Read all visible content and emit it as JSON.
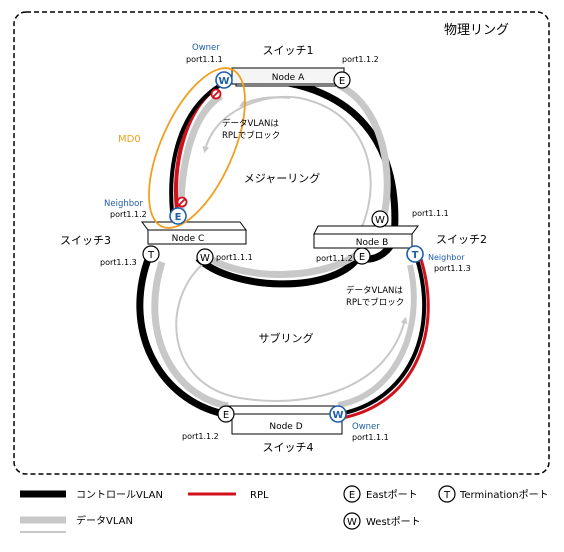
{
  "title": "物理リング",
  "colors": {
    "control_vlan": "#000000",
    "data_vlan": "#c8c8c8",
    "rpl": "#d0111b",
    "owner_neighbor": "#1f5fa8",
    "md0": "#f0a020",
    "blocked": "#d0111b"
  },
  "switches": {
    "sw1": {
      "name": "スイッチ1",
      "node": "Node A",
      "port_w": "port1.1.1",
      "port_e": "port1.1.2",
      "role": "Owner"
    },
    "sw2": {
      "name": "スイッチ2",
      "node": "Node B",
      "port_w": "port1.1.1",
      "port_e": "port1.1.2",
      "port_t": "port1.1.3",
      "role": "Neighbor"
    },
    "sw3": {
      "name": "スイッチ3",
      "node": "Node C",
      "port_e": "port1.1.2",
      "port_w": "port1.1.1",
      "port_t": "port1.1.3",
      "role": "Neighbor"
    },
    "sw4": {
      "name": "スイッチ4",
      "node": "Node D",
      "port_e": "port1.1.2",
      "port_w": "port1.1.1",
      "role": "Owner"
    }
  },
  "rings": {
    "major": "メジャーリング",
    "sub": "サブリング",
    "md0": "MD0"
  },
  "notes": {
    "block_line1": "データVLANは",
    "block_line2": "RPLでブロック"
  },
  "port_letters": {
    "east": "E",
    "west": "W",
    "term": "T"
  },
  "legend": {
    "control_vlan": "コントロールVLAN",
    "rpl": "RPL",
    "data_vlan": "データVLAN",
    "east": "Eastポート",
    "west": "Westポート",
    "term": "Terminationポート"
  }
}
